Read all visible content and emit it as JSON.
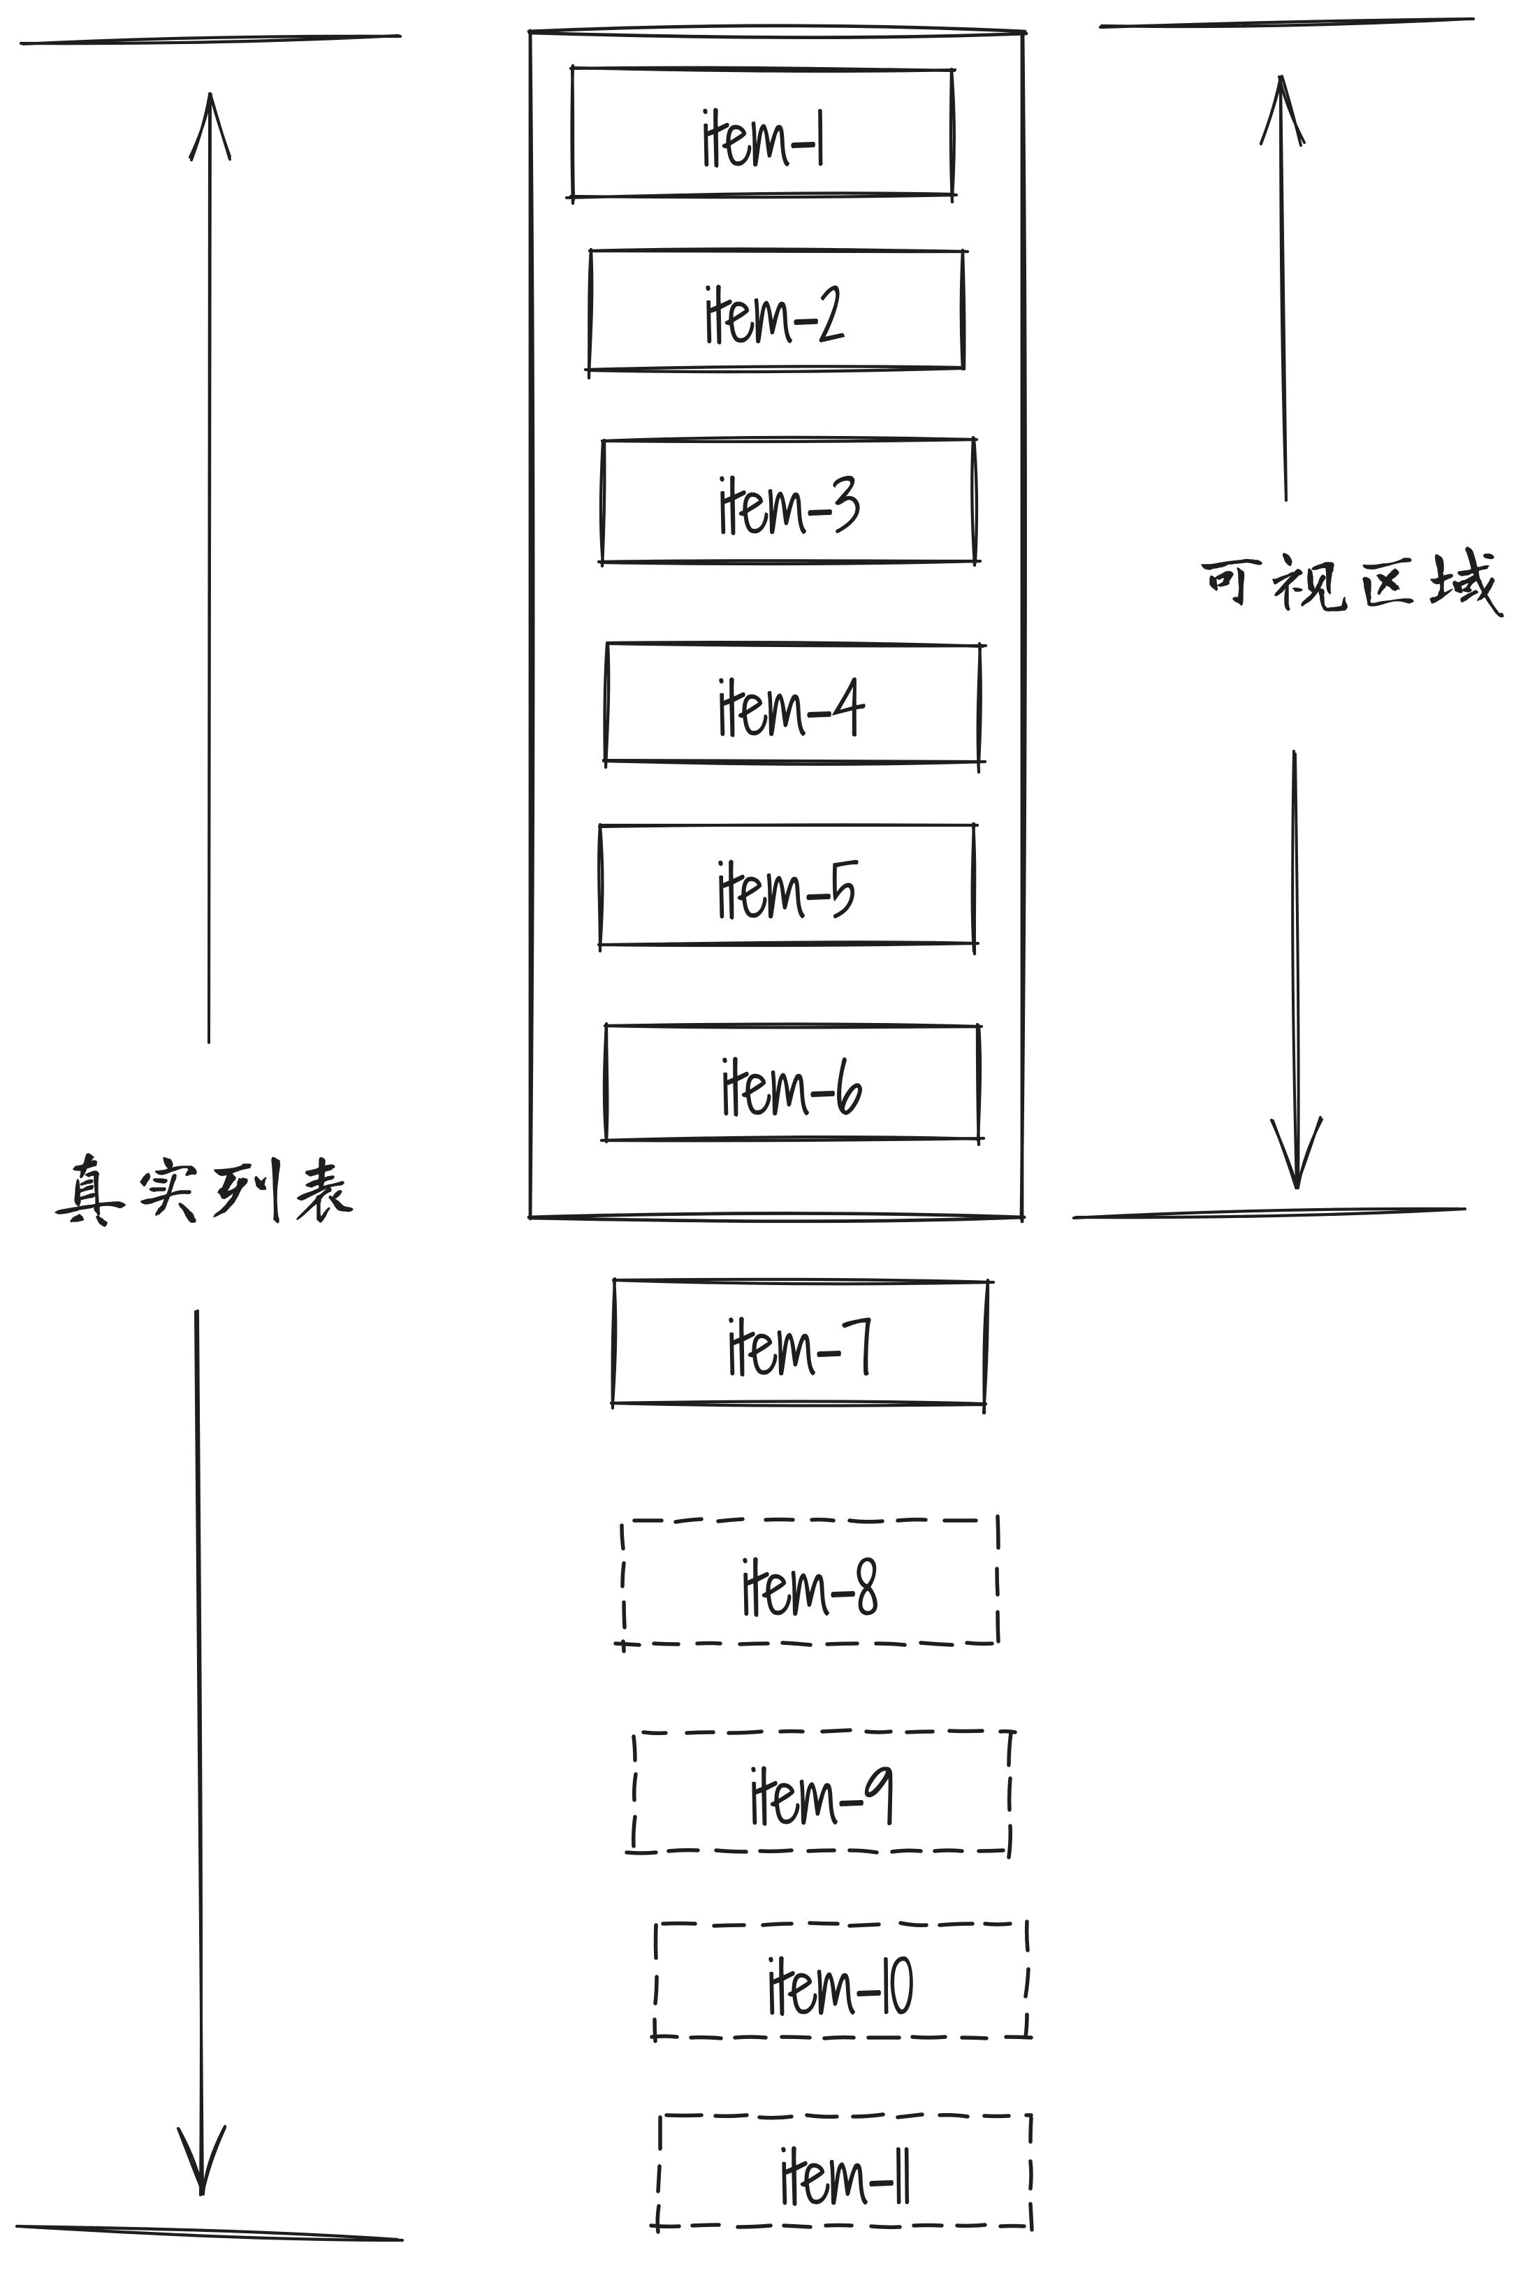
{
  "page": {
    "background": "#ffffff",
    "ink_color": "#1e1e1e",
    "description": "hand-drawn virtual list diagram"
  },
  "labels": {
    "real_list": "真实列表",
    "viewport": "可视区域"
  },
  "list": {
    "items": [
      {
        "label": "item-1",
        "style": "solid"
      },
      {
        "label": "item-2",
        "style": "solid"
      },
      {
        "label": "item-3",
        "style": "solid"
      },
      {
        "label": "item-4",
        "style": "solid"
      },
      {
        "label": "item-5",
        "style": "solid"
      },
      {
        "label": "item-6",
        "style": "solid"
      },
      {
        "label": "item-7",
        "style": "solid"
      },
      {
        "label": "item-8",
        "style": "dashed"
      },
      {
        "label": "item-9",
        "style": "dashed"
      },
      {
        "label": "item-10",
        "style": "dashed"
      },
      {
        "label": "item-11",
        "style": "dashed"
      }
    ]
  }
}
